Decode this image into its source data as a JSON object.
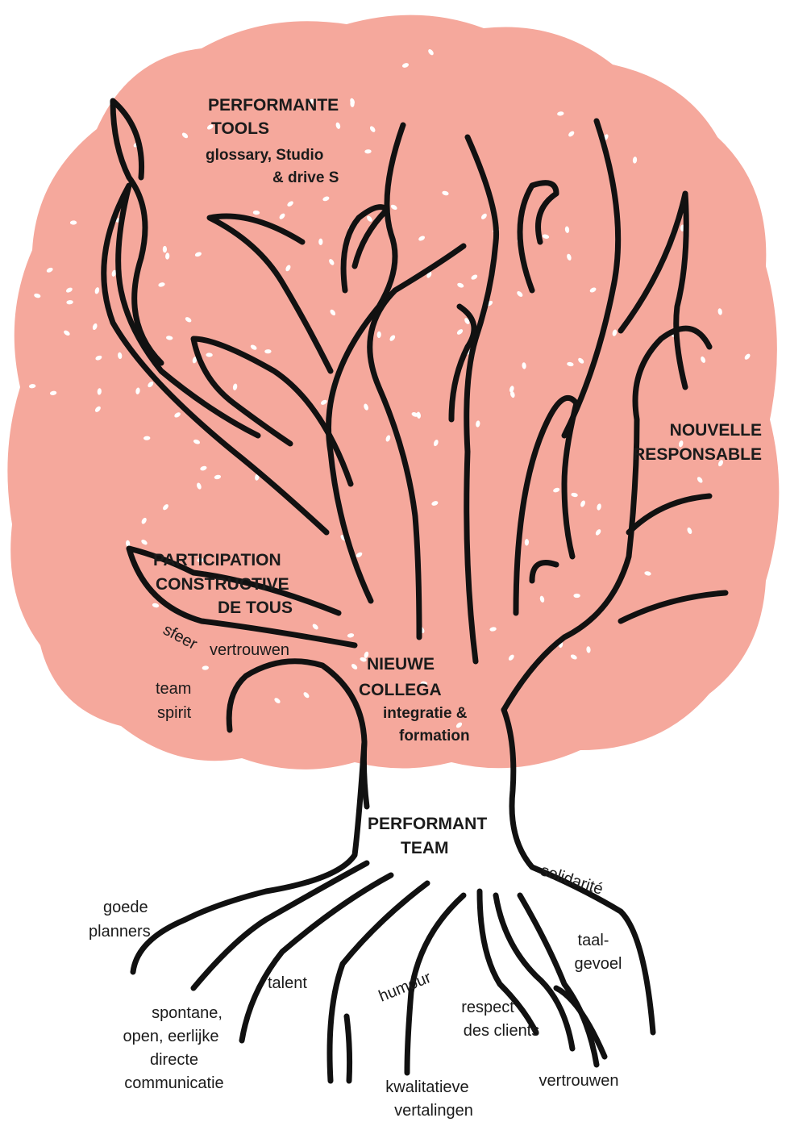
{
  "colors": {
    "crown": "#f5a89c",
    "ink": "#111111",
    "dots": "#ffffff"
  },
  "labels": {
    "performante_tools": [
      "PERFORMANTE",
      "TOOLS"
    ],
    "tools_detail": [
      "glossary, Studio",
      "& drive S"
    ],
    "nouvelle_responsable": [
      "NOUVELLE",
      "RESPONSABLE"
    ],
    "participation": [
      "PARTICIPATION",
      "CONSTRUCTIVE",
      "DE TOUS"
    ],
    "sfeer": "sfeer",
    "vertrouwen_crown": "vertrouwen",
    "team_spirit": [
      "team",
      "spirit"
    ],
    "nieuwe_collega": [
      "NIEUWE",
      "COLLEGA"
    ],
    "integratie": [
      "integratie &",
      "formation"
    ],
    "performant_team": [
      "PERFORMANT",
      "TEAM"
    ]
  },
  "roots": {
    "goede_planners": [
      "goede",
      "planners"
    ],
    "spontane": [
      "spontane,",
      "open, eerlijke",
      "directe",
      "communicatie"
    ],
    "talent": "talent",
    "humour": "humour",
    "kwalitatieve": [
      "kwalitatieve",
      "vertalingen"
    ],
    "respect": [
      "respect",
      "des clients"
    ],
    "solidarite": "solidarité",
    "taalgevoel": [
      "taal-",
      "gevoel"
    ],
    "vertrouwen_root": "vertrouwen"
  }
}
